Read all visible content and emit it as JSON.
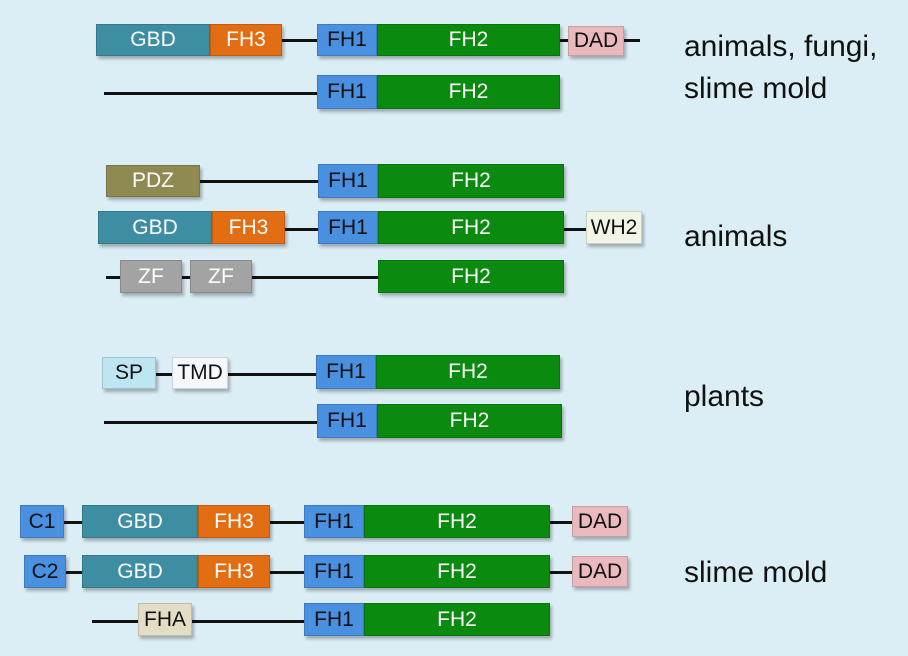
{
  "domains": {
    "gbd": "GBD",
    "fh3": "FH3",
    "fh1": "FH1",
    "fh2": "FH2",
    "dad": "DAD",
    "pdz": "PDZ",
    "wh2": "WH2",
    "zf": "ZF",
    "sp": "SP",
    "tmd": "TMD",
    "c1": "C1",
    "c2": "C2",
    "fha": "FHA"
  },
  "groups": {
    "animals_fungi_slime_mold": [
      "animals, fungi,",
      "slime mold"
    ],
    "animals": "animals",
    "plants": "plants",
    "slime_mold": "slime mold"
  },
  "colors": {
    "background": "#dbeef5",
    "gbd": "#3d8da3",
    "fh3": "#e36d12",
    "fh1": "#4a90e0",
    "fh2": "#0a8a0f",
    "dad": "#e9b9bd",
    "pdz": "#8f8a52",
    "wh2": "#f2f4e6",
    "zf": "#a3a3a3",
    "sp": "#bde5f2",
    "tmd": "#f4f8fb",
    "fha": "#e3ddc6"
  }
}
